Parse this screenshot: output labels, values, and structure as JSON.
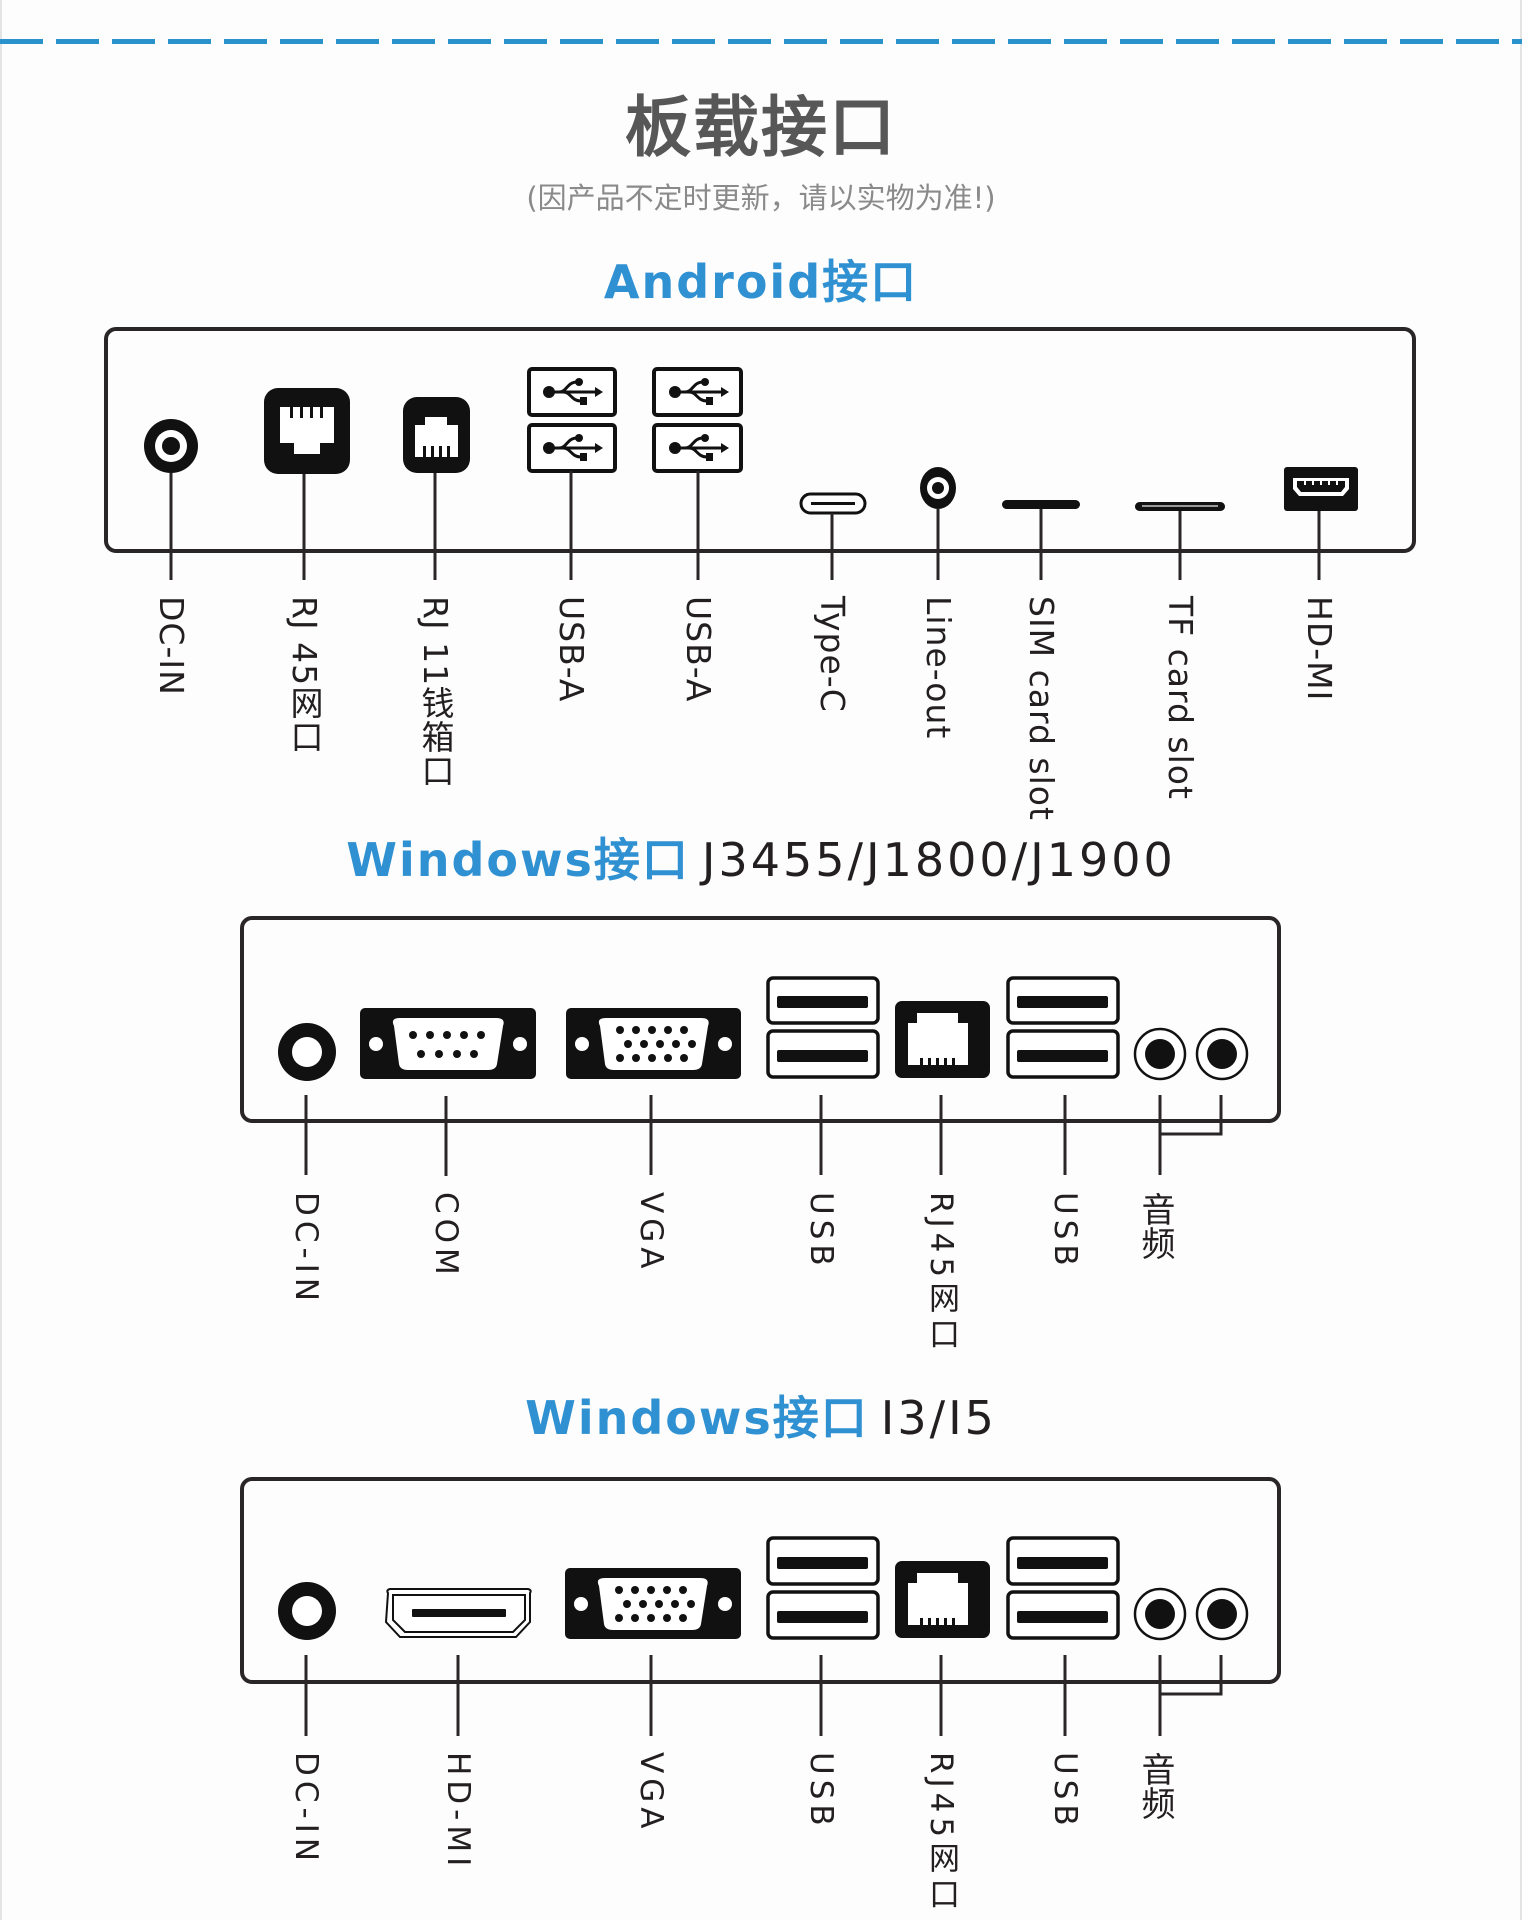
{
  "header": {
    "title": "板载接口",
    "subtitle": "(因产品不定时更新，请以实物为准!)"
  },
  "colors": {
    "accent_blue": "#2f90d2",
    "dash_blue": "#2b93cc",
    "title_gray": "#575757",
    "subtitle_gray": "#8a8a8a",
    "line_dark": "#231f20"
  },
  "sections": [
    {
      "title": "Android接口",
      "model": "",
      "ports": [
        {
          "icon": "dc-power-jack-icon",
          "label": "DC-IN"
        },
        {
          "icon": "rj45-port-icon",
          "label": "RJ 45网口"
        },
        {
          "icon": "rj11-port-icon",
          "label": "RJ 11钱箱口"
        },
        {
          "icon": "usb-a-double-icon",
          "label": "USB-A"
        },
        {
          "icon": "usb-a-double-icon",
          "label": "USB-A"
        },
        {
          "icon": "usb-type-c-icon",
          "label": "Type-C"
        },
        {
          "icon": "audio-jack-icon",
          "label": "Line-out"
        },
        {
          "icon": "sim-slot-icon",
          "label": "SIM card slot"
        },
        {
          "icon": "tf-slot-icon",
          "label": "TF card slot"
        },
        {
          "icon": "hdmi-port-icon",
          "label": "HD-MI"
        }
      ]
    },
    {
      "title": "Windows接口",
      "model": "J3455/J1800/J1900",
      "ports": [
        {
          "icon": "dc-power-jack-icon",
          "label": "DC-IN"
        },
        {
          "icon": "com-serial-port-icon",
          "label": "COM"
        },
        {
          "icon": "vga-port-icon",
          "label": "VGA"
        },
        {
          "icon": "usb-double-icon",
          "label": "USB"
        },
        {
          "icon": "rj45-port-icon",
          "label": "RJ45网口"
        },
        {
          "icon": "usb-double-icon",
          "label": "USB"
        },
        {
          "icon": "audio-jacks-icon",
          "label": "音频"
        }
      ]
    },
    {
      "title": "Windows接口",
      "model": "I3/I5",
      "ports": [
        {
          "icon": "dc-power-jack-icon",
          "label": "DC-IN"
        },
        {
          "icon": "hdmi-port-icon",
          "label": "HD-MI"
        },
        {
          "icon": "vga-port-icon",
          "label": "VGA"
        },
        {
          "icon": "usb-double-icon",
          "label": "USB"
        },
        {
          "icon": "rj45-port-icon",
          "label": "RJ45网口"
        },
        {
          "icon": "usb-double-icon",
          "label": "USB"
        },
        {
          "icon": "audio-jacks-icon",
          "label": "音频"
        }
      ]
    }
  ]
}
